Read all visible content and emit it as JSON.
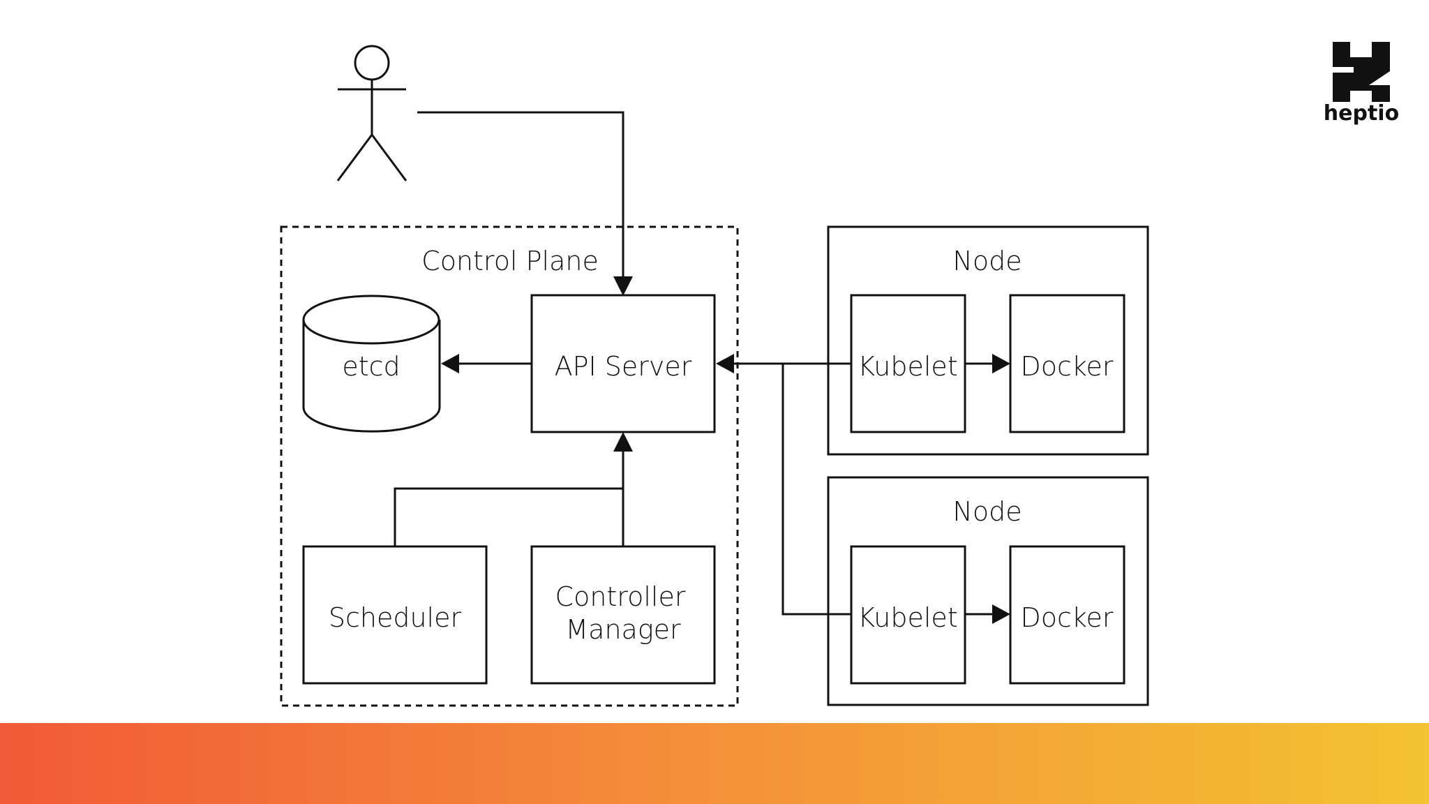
{
  "diagram": {
    "control_plane_label": "Control Plane",
    "etcd_label": "etcd",
    "api_server_label": "API Server",
    "scheduler_label": "Scheduler",
    "controller_manager_line1": "Controller",
    "controller_manager_line2": "Manager",
    "nodes": [
      {
        "label": "Node",
        "kubelet_label": "Kubelet",
        "docker_label": "Docker"
      },
      {
        "label": "Node",
        "kubelet_label": "Kubelet",
        "docker_label": "Docker"
      }
    ]
  },
  "logo": {
    "text": "heptio"
  },
  "colors": {
    "line": "#111111",
    "gradient_start": "#f15a38",
    "gradient_mid": "#f4913a",
    "gradient_end": "#f3c332"
  }
}
